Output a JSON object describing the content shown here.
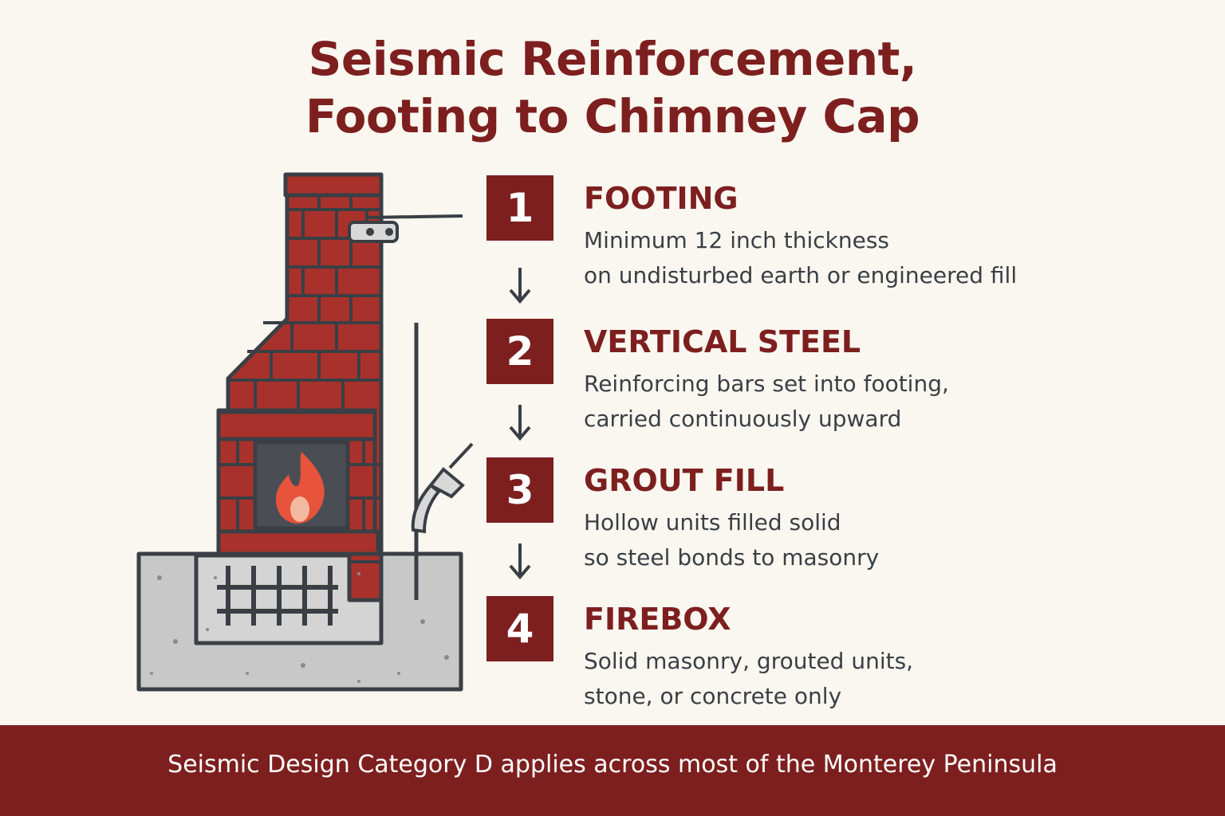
{
  "title": {
    "line1": "Seismic Reinforcement,",
    "line2": "Footing to Chimney Cap"
  },
  "colors": {
    "accent": "#7d1f1f",
    "brick": "#a8322b",
    "mortar": "#3a3f45",
    "concrete": "#c8c8c8",
    "background": "#faf7f0",
    "flame": "#e8533b"
  },
  "steps": [
    {
      "number": "1",
      "title": "FOOTING",
      "lines": [
        "Minimum 12 inch thickness",
        "on undisturbed earth or engineered fill"
      ]
    },
    {
      "number": "2",
      "title": "VERTICAL STEEL",
      "lines": [
        "Reinforcing bars set into footing,",
        "carried continuously upward"
      ]
    },
    {
      "number": "3",
      "title": "GROUT FILL",
      "lines": [
        "Hollow units filled solid",
        "so steel bonds to masonry"
      ]
    },
    {
      "number": "4",
      "title": "FIREBOX",
      "lines": [
        "Solid masonry, grouted units,",
        "stone, or concrete only"
      ]
    }
  ],
  "illustration": {
    "icons": [
      "chimney-icon",
      "flame-icon",
      "rebar-grid-icon",
      "grout-nozzle-icon",
      "anchor-strap-icon",
      "arrow-down-icon"
    ]
  },
  "footer": {
    "text": "Seismic Design Category D applies across most of the Monterey Peninsula"
  }
}
